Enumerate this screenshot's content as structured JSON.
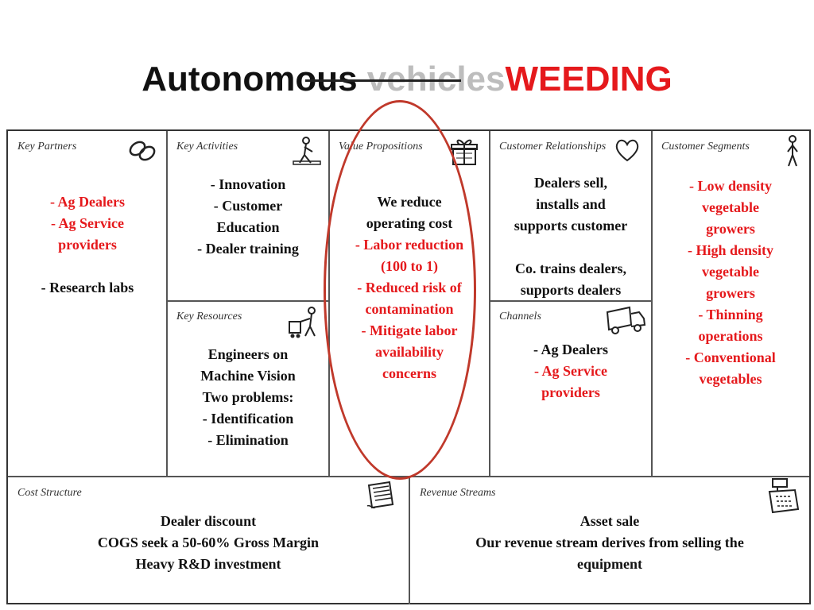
{
  "title": {
    "part1": "Autonomous",
    "part2": " vehicles",
    "part3": "WEEDING"
  },
  "canvas": {
    "key_partners": {
      "label": "Key Partners",
      "red_lines": [
        "- Ag Dealers",
        "- Ag Service",
        "providers"
      ],
      "black_lines": [
        "- Research labs"
      ]
    },
    "key_activities": {
      "label": "Key Activities",
      "lines": [
        "- Innovation",
        "- Customer",
        "Education",
        "- Dealer training"
      ]
    },
    "key_resources": {
      "label": "Key Resources",
      "lines": [
        "Engineers on",
        "Machine Vision",
        "Two problems:",
        "- Identification",
        "- Elimination"
      ]
    },
    "value_propositions": {
      "label": "Value Propositions",
      "black_lines": [
        "We reduce",
        "operating cost"
      ],
      "red_lines": [
        "- Labor reduction",
        "(100 to 1)",
        "- Reduced risk of",
        "contamination",
        "- Mitigate labor",
        "availability",
        "concerns"
      ]
    },
    "customer_relationships": {
      "label": "Customer Relationships",
      "lines_a": [
        "Dealers sell,",
        "installs and",
        "supports customer"
      ],
      "lines_b": [
        "Co. trains dealers,",
        "supports dealers"
      ]
    },
    "channels": {
      "label": "Channels",
      "black_lines": [
        "- Ag Dealers"
      ],
      "red_lines": [
        "- Ag Service",
        "providers"
      ]
    },
    "customer_segments": {
      "label": "Customer Segments",
      "lines": [
        "- Low density",
        "vegetable",
        "growers",
        "- High density",
        "vegetable",
        "growers",
        "- Thinning",
        "operations",
        "- Conventional",
        "vegetables"
      ]
    },
    "cost_structure": {
      "label": "Cost Structure",
      "lines": [
        "Dealer discount",
        "COGS seek a 50-60% Gross Margin",
        "Heavy R&D investment"
      ]
    },
    "revenue_streams": {
      "label": "Revenue Streams",
      "lines": [
        "Asset sale",
        "Our revenue stream derives from selling the",
        "equipment"
      ]
    }
  },
  "icons": {
    "key_partners": "chain-link-icon",
    "key_activities": "worker-icon",
    "key_resources": "worker-cart-icon",
    "value_propositions": "gift-icon",
    "customer_relationships": "heart-icon",
    "channels": "truck-icon",
    "customer_segments": "person-icon",
    "cost_structure": "receipt-icon",
    "revenue_streams": "cash-register-icon"
  },
  "colors": {
    "accent_red": "#e5191c",
    "oval": "#c0392b",
    "strikethrough_gray": "#bdbdbd"
  }
}
